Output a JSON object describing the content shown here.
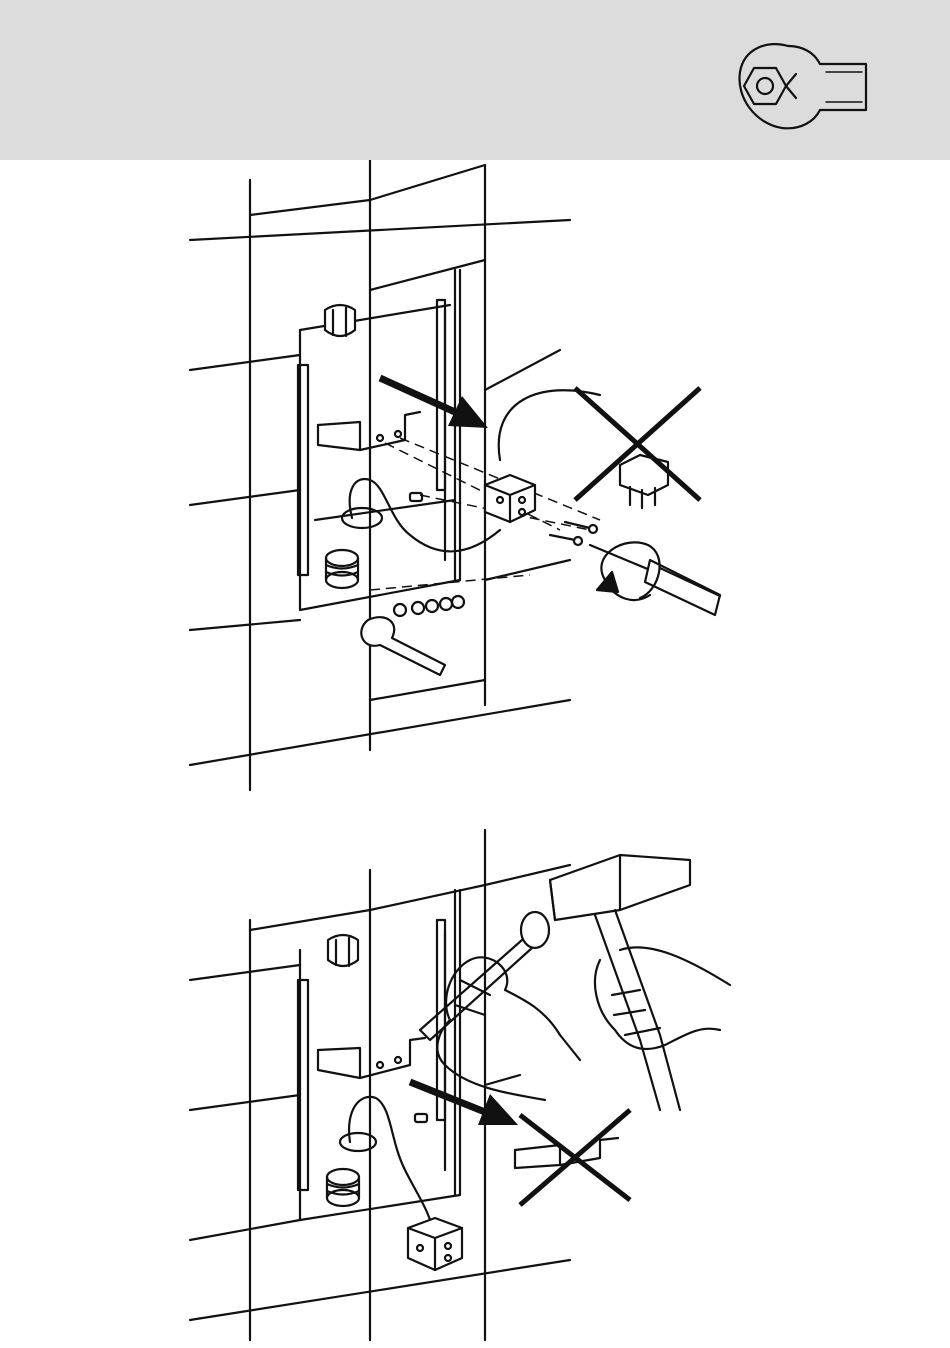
{
  "header": {
    "icon": "wrench-icon",
    "background_color": "#dcdcdc"
  },
  "illustrations": [
    {
      "name": "step-remove-connector",
      "icons": [
        "tile-wall",
        "arrow",
        "wire-connector",
        "cross-mark",
        "screw",
        "screwdriver",
        "wrench",
        "washers"
      ]
    },
    {
      "name": "step-remove-bracket",
      "icons": [
        "tile-wall",
        "hammer",
        "chisel",
        "hands",
        "arrow",
        "bracket",
        "cross-mark",
        "wire-connector"
      ]
    }
  ]
}
